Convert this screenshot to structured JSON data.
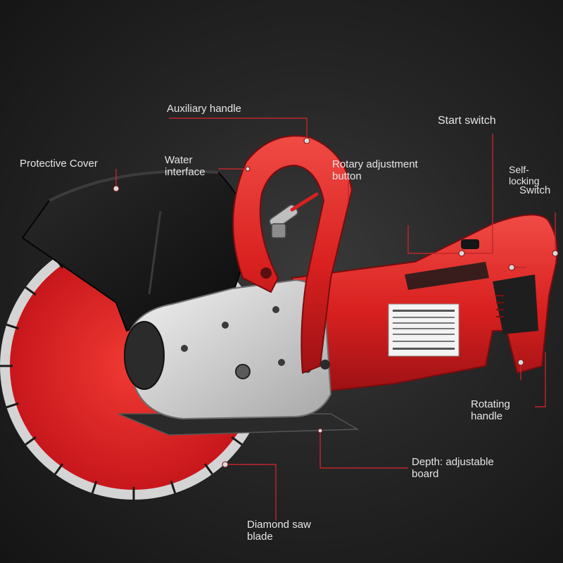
{
  "labels": {
    "auxiliary_handle": "Auxiliary handle",
    "start_switch": "Start switch",
    "protective_cover": "Protective Cover",
    "water_interface": "Water\ninterface",
    "rotary_adjustment_button": "Rotary adjustment\nbutton",
    "self_locking_switch_top": "Self-\nlocking",
    "self_locking_switch_bottom": "Switch",
    "rotating_handle": "Rotating\nhandle",
    "depth_adjustable_board": "Depth: adjustable\nboard",
    "diamond_saw_blade": "Diamond saw\nblade"
  },
  "colors": {
    "body_red": "#e0252a",
    "dark_red": "#9e1114",
    "cover_black": "#1a1a1a",
    "housing_white": "#d9d9d9",
    "leader_red": "#c0262b",
    "label_text": "#e6e6e6"
  }
}
